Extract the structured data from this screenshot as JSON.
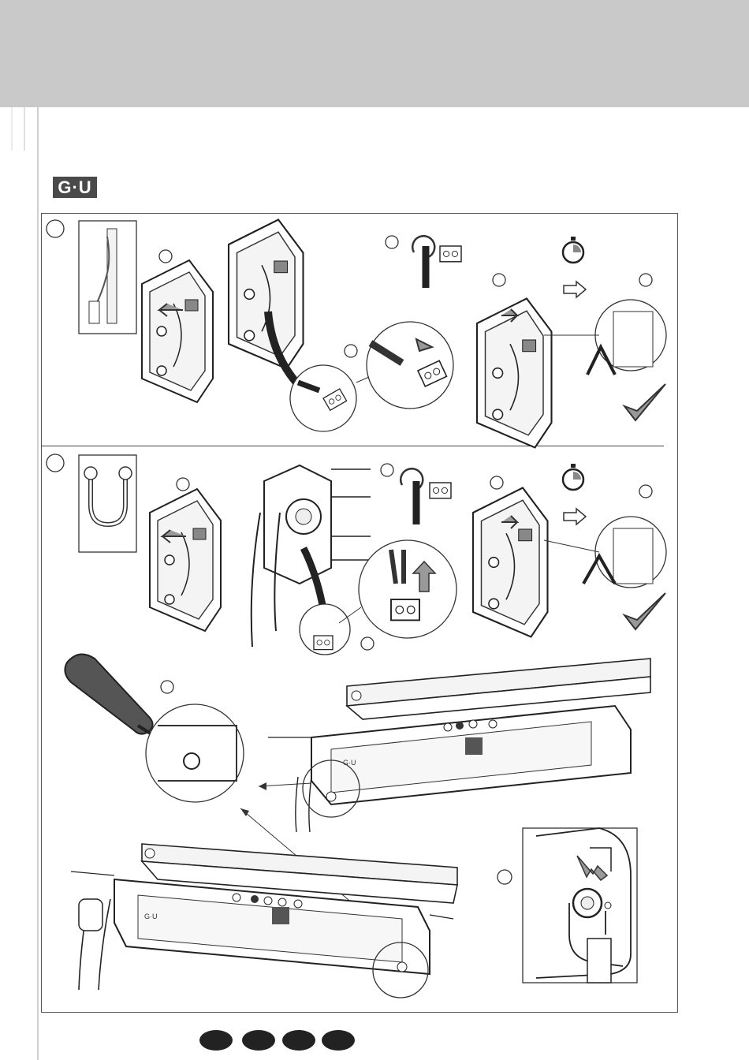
{
  "header": {
    "logo_text": "G·U",
    "band_color": "#c9c9c9"
  },
  "section_1": {
    "label_icon": "step-circle-icon",
    "panels": [
      "reed-contact-icon",
      "closer-arm-open-icon",
      "cable-connector-icon",
      "rotate-arrow-icon",
      "stopwatch-icon",
      "right-arrow-icon",
      "led-flash-icon",
      "checkmark-icon"
    ]
  },
  "section_2": {
    "label_icon": "step-circle-icon",
    "panels": [
      "loop-cable-icon",
      "closer-arm-open-icon",
      "cable-connector-icon",
      "rotate-arrow-icon",
      "stopwatch-icon",
      "right-arrow-icon",
      "led-flash-icon",
      "checkmark-icon"
    ]
  },
  "section_3": {
    "panels": [
      "screwdriver-icon",
      "door-closer-rail-icon",
      "cover-cap-icon"
    ],
    "labels": {
      "closer_model_a": "G·U",
      "closer_model_b": "G·U"
    }
  },
  "footer": {
    "language_pills": 4,
    "pill_color": "#222222"
  }
}
